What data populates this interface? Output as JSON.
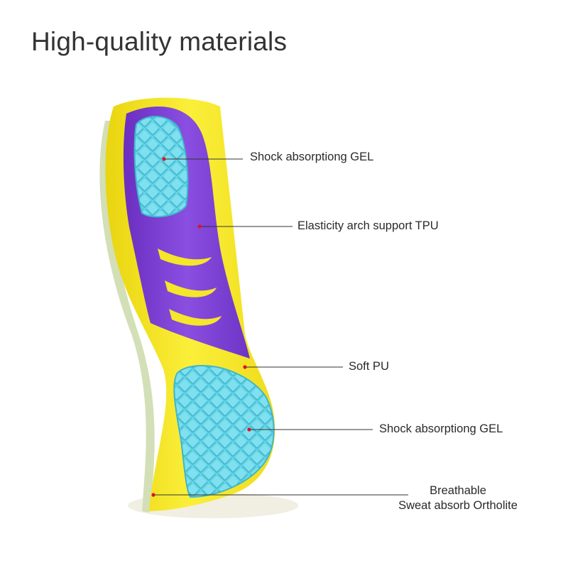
{
  "title": "High-quality materials",
  "colors": {
    "yellow": "#f2e21c",
    "purple": "#7b3fd0",
    "gel": "#5fd0e4",
    "marker": "#e0102a"
  },
  "callouts": [
    {
      "label": "Shock absorptiong GEL"
    },
    {
      "label": "Elasticity arch support TPU"
    },
    {
      "label": "Soft PU"
    },
    {
      "label": "Shock absorptiong GEL"
    },
    {
      "label_line1": "Breathable",
      "label_line2": "Sweat absorb Ortholite"
    }
  ]
}
